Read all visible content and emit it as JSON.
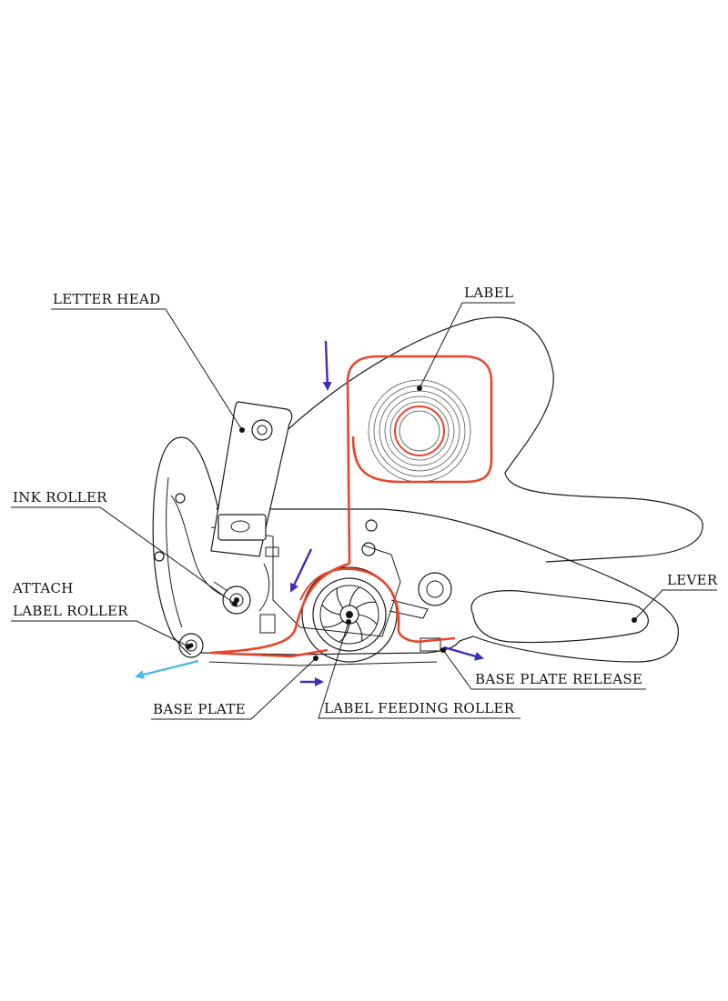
{
  "labels": {
    "letter_head": "LETTER HEAD",
    "label": "LABEL",
    "ink_roller": "INK ROLLER",
    "attach_line1": "ATTACH",
    "attach_line2": "LABEL ROLLER",
    "lever": "LEVER",
    "base_plate_release": "BASE PLATE  RELEASE",
    "base_plate": "BASE PLATE",
    "label_feeding_roller": "LABEL FEEDING ROLLER"
  },
  "colors": {
    "label_path": "#e8452c",
    "arrow": "#3a2fb8",
    "exit_arrow": "#4bb8e8",
    "outline": "#1a1a1a"
  }
}
